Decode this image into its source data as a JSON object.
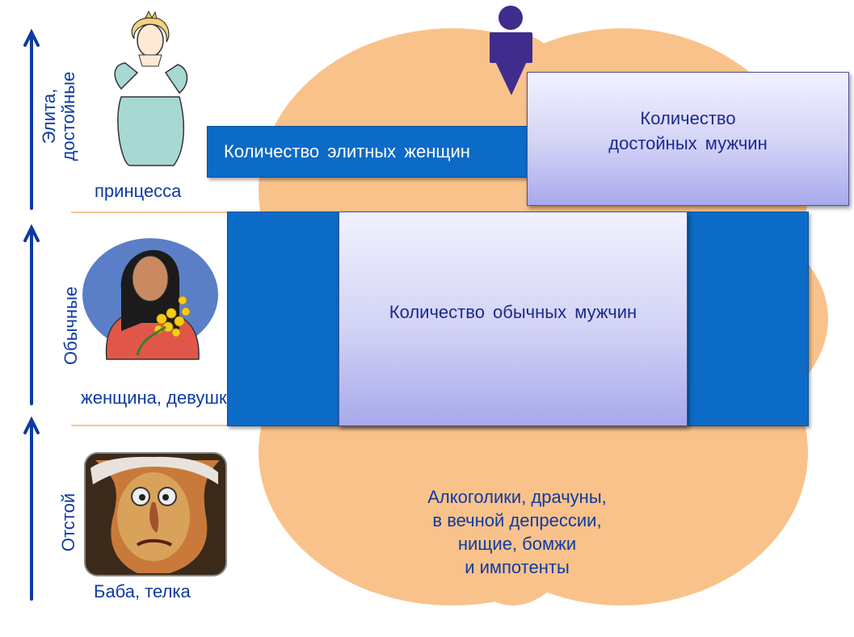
{
  "levels": {
    "elite": "Элита,\nдостойные",
    "ordinary": "Обычные",
    "bottom": "Отстой"
  },
  "captions": {
    "princess": "принцесса",
    "woman": "женщина, девушка",
    "baba": "Баба, телка"
  },
  "boxes": {
    "elite_women": "Количество элитных женщин",
    "worthy_men": "Количество\nдостойных мужчин",
    "ordinary_men": "Количество обычных мужчин"
  },
  "bottom_text": "Алкоголики, драчуны,\nв вечной депрессии,\nнищие, бомжи\nи импотенты",
  "colors": {
    "arrow": "#0e3aa3",
    "blob": "#f9c28a",
    "box_blue": "#0b6bc6",
    "text_blue": "#0e3aa3",
    "man_icon": "#3f2c8c"
  },
  "icons": [
    "up-arrow-icon",
    "man-icon",
    "princess-portrait",
    "woman-portrait",
    "hag-portrait"
  ]
}
